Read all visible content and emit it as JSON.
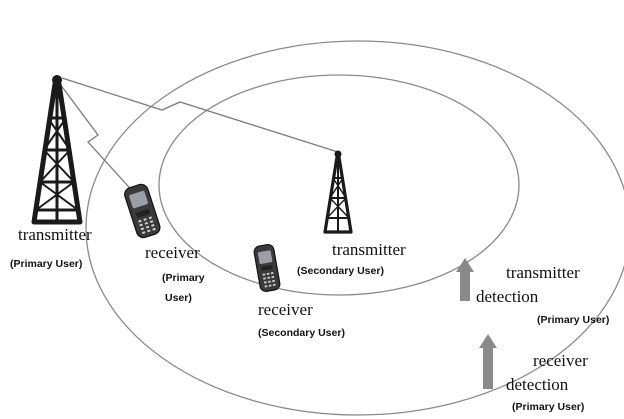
{
  "labels": {
    "primary_transmitter": "transmitter",
    "primary_transmitter_role": "(Primary User)",
    "primary_receiver": "receiver",
    "primary_receiver_role_1": "(Primary",
    "primary_receiver_role_2": "User)",
    "secondary_transmitter": "transmitter",
    "secondary_transmitter_role": "(Secondary User)",
    "secondary_receiver": "receiver",
    "secondary_receiver_role": "(Secondary User)",
    "transmitter_detection_1": "transmitter",
    "transmitter_detection_2": "detection",
    "transmitter_detection_role": "(Primary User)",
    "receiver_detection_1": "receiver",
    "receiver_detection_2": "detection",
    "receiver_detection_role": "(Primary User)"
  },
  "colors": {
    "line": "#7a7a7a",
    "tower": "#1a1a1a",
    "arrow": "#8a8a8a",
    "phone_body": "#3a3a3a",
    "phone_screen": "#9aa0a6"
  },
  "icons": {
    "primary_tower": "cell-tower-icon",
    "secondary_tower": "cell-tower-icon",
    "primary_phone": "mobile-phone-icon",
    "secondary_phone": "mobile-phone-icon",
    "detection_arrow": "up-arrow-icon"
  }
}
